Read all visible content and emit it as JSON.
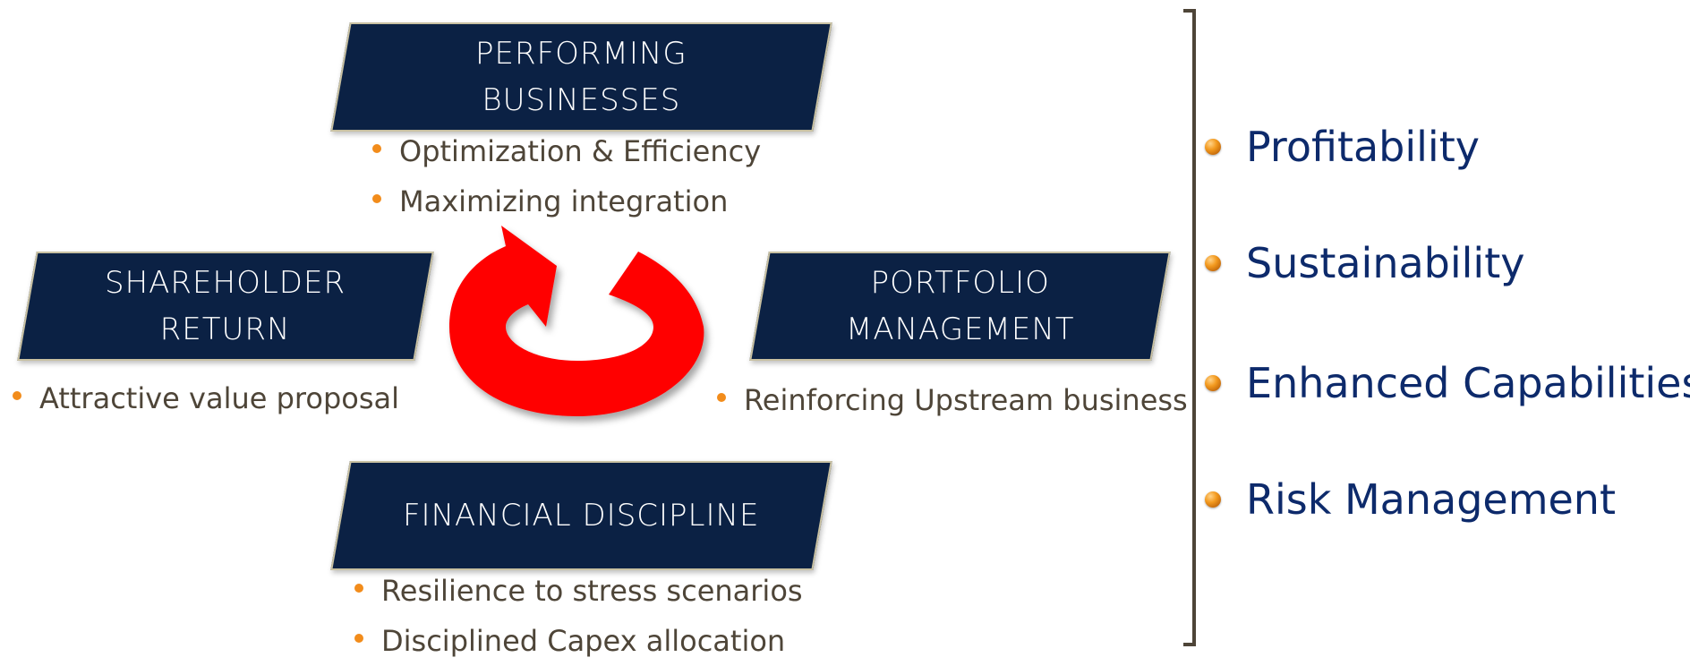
{
  "pillars": {
    "performing": {
      "title": "PERFORMING\nBUSINESSES",
      "bullets": [
        "Optimization & Efficiency",
        "Maximizing integration"
      ]
    },
    "shareholder": {
      "title": "SHAREHOLDER\nRETURN",
      "bullets": [
        "Attractive value proposal"
      ]
    },
    "portfolio": {
      "title": "PORTFOLIO\nMANAGEMENT",
      "bullets": [
        "Reinforcing Upstream business"
      ]
    },
    "financial": {
      "title": "FINANCIAL DISCIPLINE",
      "bullets": [
        "Resilience to stress scenarios",
        "Disciplined Capex allocation"
      ]
    }
  },
  "outcomes": [
    "Profitability",
    "Sustainability",
    "Enhanced Capabilities",
    "Risk Management"
  ],
  "colors": {
    "pill_fill": "#0b2144",
    "pill_border": "#c9c1a2",
    "cycle_arrow": "#ff0000",
    "bullet": "#f28c1b",
    "outcome_text": "#0d2a6b",
    "body_text": "#4e4538"
  },
  "icons": {
    "cycle": "circular-arrow-icon",
    "bullet": "orange-dot-icon",
    "outcome_bullet": "orange-orb-icon"
  }
}
